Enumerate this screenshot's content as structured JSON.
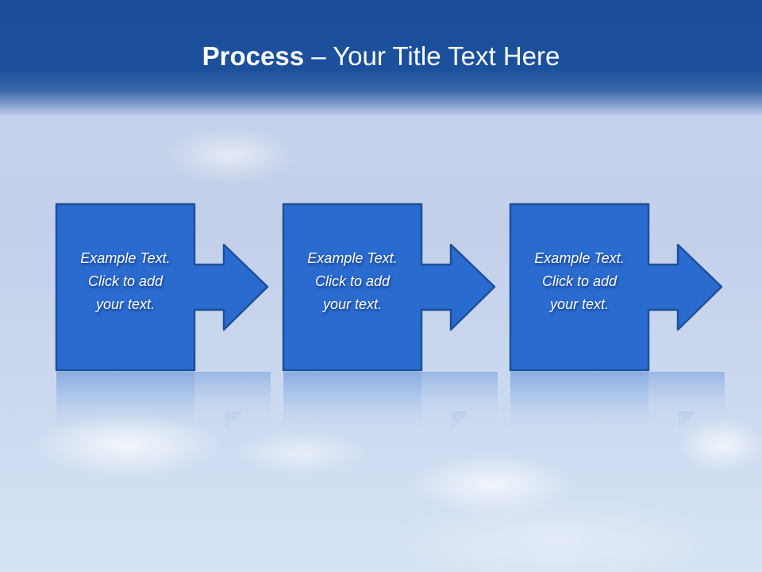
{
  "slide": {
    "title_bold": "Process",
    "title_rest": " – Your Title Text Here"
  },
  "steps": [
    {
      "line1": "Example Text.",
      "line2": "Click  to add",
      "line3": "your text."
    },
    {
      "line1": "Example Text.",
      "line2": "Click  to add",
      "line3": "your text."
    },
    {
      "line1": "Example Text.",
      "line2": "Click  to add",
      "line3": "your text."
    }
  ],
  "colors": {
    "header": "#1b4f9b",
    "shape_fill": "#2a6bd0",
    "shape_border": "#1e4f99",
    "text": "#ffffff"
  }
}
